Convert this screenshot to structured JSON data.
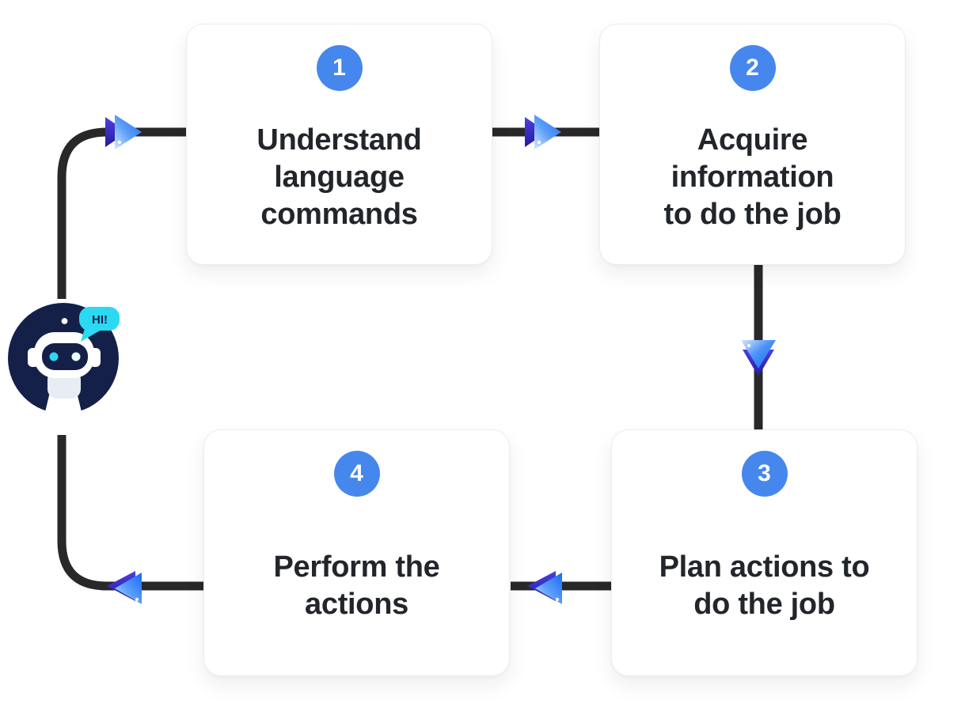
{
  "diagram": {
    "type": "flow-cycle",
    "robot": {
      "speech": "HI!"
    },
    "steps": [
      {
        "number": "1",
        "label": "Understand\nlanguage\ncommands"
      },
      {
        "number": "2",
        "label": "Acquire\ninformation\nto do the job"
      },
      {
        "number": "3",
        "label": "Plan actions to\ndo the job"
      },
      {
        "number": "4",
        "label": "Perform the\nactions"
      }
    ],
    "connections": [
      {
        "from": "robot",
        "to": "step-1",
        "icon": "double-chevron-right"
      },
      {
        "from": "step-1",
        "to": "step-2",
        "icon": "double-chevron-right"
      },
      {
        "from": "step-2",
        "to": "step-3",
        "icon": "double-chevron-down"
      },
      {
        "from": "step-3",
        "to": "step-4",
        "icon": "double-chevron-left"
      },
      {
        "from": "step-4",
        "to": "robot",
        "icon": "double-chevron-left"
      }
    ]
  },
  "colors": {
    "badge": "#4687ee",
    "connector": "#282828",
    "card_text": "#22252a",
    "card_bg": "#ffffff",
    "arrow_bright": "#176af3",
    "arrow_dark": "#3a2ecf",
    "robot_navy": "#152049",
    "robot_cyan": "#2bd9f2"
  }
}
